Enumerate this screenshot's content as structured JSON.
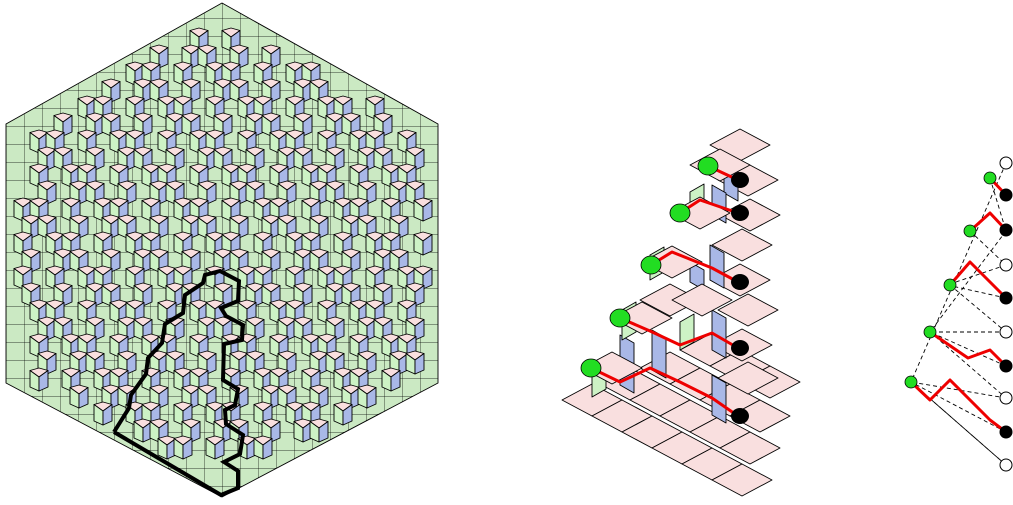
{
  "figure": {
    "panels": [
      "lozenge-tiling-hexagon",
      "partial-tiling-with-paths",
      "path-diagram"
    ],
    "colors": {
      "top_face": "#f9dfdf",
      "left_face": "#cdf2c5",
      "right_face": "#a9b8e7",
      "hexagon_grid": "#cbe9c3",
      "path_outline": "#000000",
      "particle_path": "#ee0000",
      "start_point": "#22dd22",
      "end_point_filled": "#000000",
      "end_point_empty": "#ffffff",
      "dashed_grid": "#000000"
    },
    "icons": {
      "start": "green-dot-icon",
      "end": "black-dot-icon",
      "empty": "white-circle-icon"
    }
  }
}
